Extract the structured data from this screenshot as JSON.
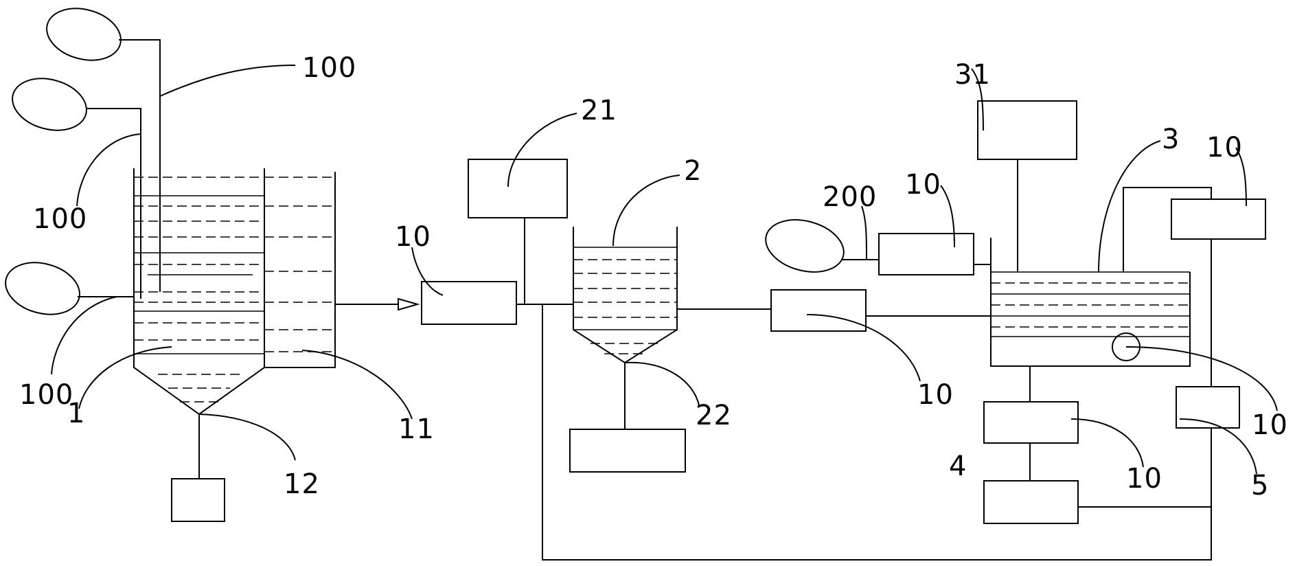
{
  "labels": {
    "l100_top": "100",
    "l100_mid": "100",
    "l100_bot": "100",
    "l1": "1",
    "l11": "11",
    "l12": "12",
    "l10_a": "10",
    "l21": "21",
    "l2": "2",
    "l22": "22",
    "l200": "200",
    "l10_b": "10",
    "l10_c": "10",
    "l31": "31",
    "l3": "3",
    "l10_d": "10",
    "l10_e": "10",
    "l10_f": "10",
    "l4": "4",
    "l5": "5"
  }
}
